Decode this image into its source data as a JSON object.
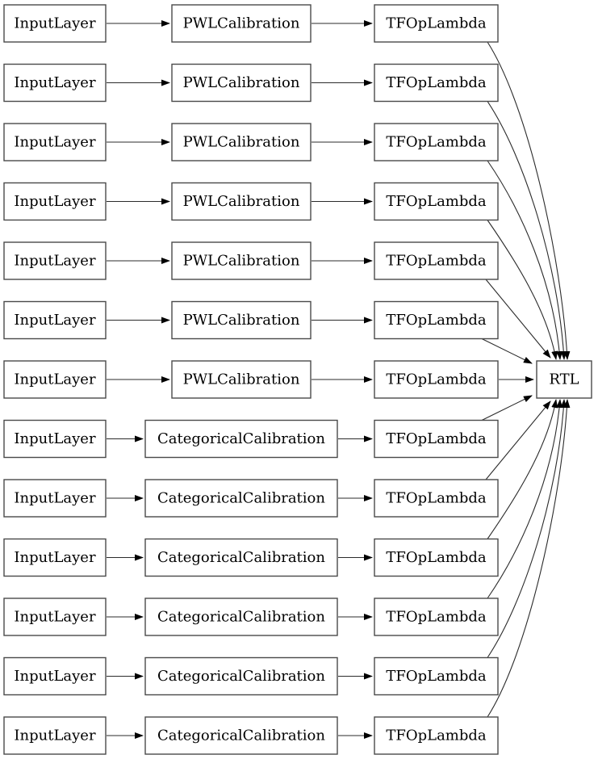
{
  "diagram": {
    "background": "#ffffff",
    "node_fill": "#ffffff",
    "node_border_color": "#4a4a4a",
    "edge_color": "#2b2b2b",
    "arrowhead_color": "#000000",
    "text_color": "#000000",
    "sink": {
      "label": "RTL"
    },
    "rows": [
      {
        "nodes": [
          "InputLayer",
          "PWLCalibration",
          "TFOpLambda"
        ],
        "connects_to_sink": true
      },
      {
        "nodes": [
          "InputLayer",
          "PWLCalibration",
          "TFOpLambda"
        ],
        "connects_to_sink": true
      },
      {
        "nodes": [
          "InputLayer",
          "PWLCalibration",
          "TFOpLambda"
        ],
        "connects_to_sink": true
      },
      {
        "nodes": [
          "InputLayer",
          "PWLCalibration",
          "TFOpLambda"
        ],
        "connects_to_sink": true
      },
      {
        "nodes": [
          "InputLayer",
          "PWLCalibration",
          "TFOpLambda"
        ],
        "connects_to_sink": true
      },
      {
        "nodes": [
          "InputLayer",
          "PWLCalibration",
          "TFOpLambda"
        ],
        "connects_to_sink": true
      },
      {
        "nodes": [
          "InputLayer",
          "PWLCalibration",
          "TFOpLambda"
        ],
        "connects_to_sink": true
      },
      {
        "nodes": [
          "InputLayer",
          "CategoricalCalibration",
          "TFOpLambda"
        ],
        "connects_to_sink": true
      },
      {
        "nodes": [
          "InputLayer",
          "CategoricalCalibration",
          "TFOpLambda"
        ],
        "connects_to_sink": true
      },
      {
        "nodes": [
          "InputLayer",
          "CategoricalCalibration",
          "TFOpLambda"
        ],
        "connects_to_sink": true
      },
      {
        "nodes": [
          "InputLayer",
          "CategoricalCalibration",
          "TFOpLambda"
        ],
        "connects_to_sink": true
      },
      {
        "nodes": [
          "InputLayer",
          "CategoricalCalibration",
          "TFOpLambda"
        ],
        "connects_to_sink": true
      },
      {
        "nodes": [
          "InputLayer",
          "CategoricalCalibration",
          "TFOpLambda"
        ],
        "connects_to_sink": true
      }
    ]
  }
}
